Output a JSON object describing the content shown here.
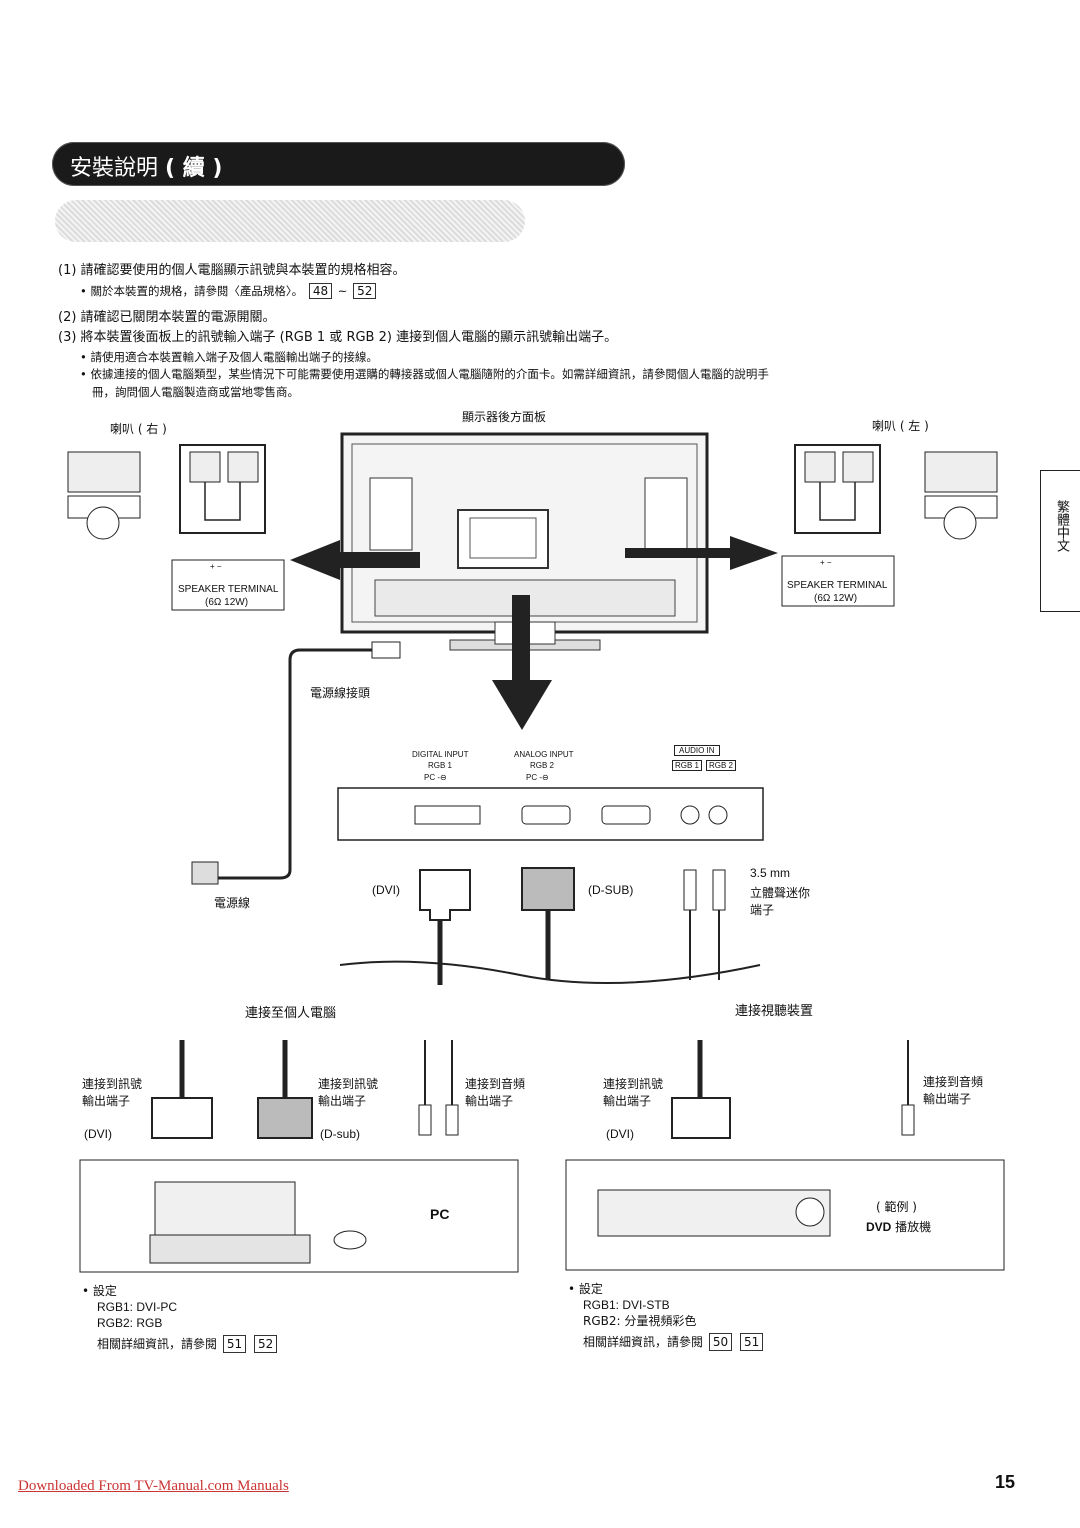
{
  "header": {
    "title": "安裝說明",
    "title_suffix": "( 續 )"
  },
  "steps": {
    "s1": "(1) 請確認要使用的個人電腦顯示訊號與本裝置的規格相容。",
    "s1_bullet": "• 關於本裝置的規格，請參閱〈產品規格〉。",
    "s1_ref_a": "48",
    "s1_ref_sep": "~",
    "s1_ref_b": "52",
    "s2": "(2) 請確認已關閉本裝置的電源開關。",
    "s3": "(3) 將本裝置後面板上的訊號輸入端子 (RGB 1 或 RGB 2) 連接到個人電腦的顯示訊號輸出端子。",
    "s3_bullet1": "• 請使用適合本裝置輸入端子及個人電腦輸出端子的接線。",
    "s3_bullet2": "• 依據連接的個人電腦類型，某些情況下可能需要使用選購的轉接器或個人電腦隨附的介面卡。如需詳細資訊，請參閱個人電腦的說明手",
    "s3_bullet2_cont": "冊，詢問個人電腦製造商或當地零售商。"
  },
  "diagram": {
    "rear_panel_label": "顯示器後方面板",
    "speaker_right": "喇叭 ( 右 )",
    "speaker_left": "喇叭 ( 左 )",
    "speaker_terminal": "SPEAKER TERMINAL",
    "speaker_spec": "(6Ω 12W)",
    "speaker_polarity": "+ −",
    "power_connector": "電源線接頭",
    "power_cord": "電源線",
    "digital_input": "DIGITAL INPUT",
    "rgb1": "RGB 1",
    "pc1": "PC -⊖",
    "analog_input": "ANALOG INPUT",
    "rgb2": "RGB 2",
    "pc2": "PC -⊖",
    "audio_in": "AUDIO IN",
    "audio_rgb1": "RGB 1",
    "audio_rgb2": "RGB 2",
    "dvi": "(DVI)",
    "dsub": "(D-SUB)",
    "mm": "3.5 mm",
    "mini_jack": "立體聲迷你端子",
    "to_pc": "連接至個人電腦",
    "to_av": "連接視聽裝置",
    "pc_dvi_out": "連接到訊號輸出端子",
    "pc_dvi_tag": "(DVI)",
    "pc_dsub_out": "連接到訊號輸出端子",
    "pc_dsub_tag": "(D-sub)",
    "pc_audio_out": "連接到音頻輸出端子",
    "av_dvi_out": "連接到訊號輸出端子",
    "av_dvi_tag": "(DVI)",
    "av_audio_out": "連接到音頻輸出端子",
    "pc_label": "PC",
    "example": "( 範例 )",
    "dvd_bold": "DVD",
    "dvd_player": "播放機"
  },
  "settings_left": {
    "title": "• 設定",
    "line1": "RGB1: DVI-PC",
    "line2": "RGB2: RGB",
    "ref_text": "相關詳細資訊，請參閱",
    "ref_a": "51",
    "ref_b": "52"
  },
  "settings_right": {
    "title": "• 設定",
    "line1": "RGB1: DVI-STB",
    "line2": "RGB2: 分量視頻彩色",
    "ref_text": "相關詳細資訊，請參閱",
    "ref_a": "50",
    "ref_b": "51"
  },
  "side_tab": "繁體中文",
  "footer": {
    "link": "Downloaded From TV-Manual.com Manuals",
    "page": "15"
  }
}
